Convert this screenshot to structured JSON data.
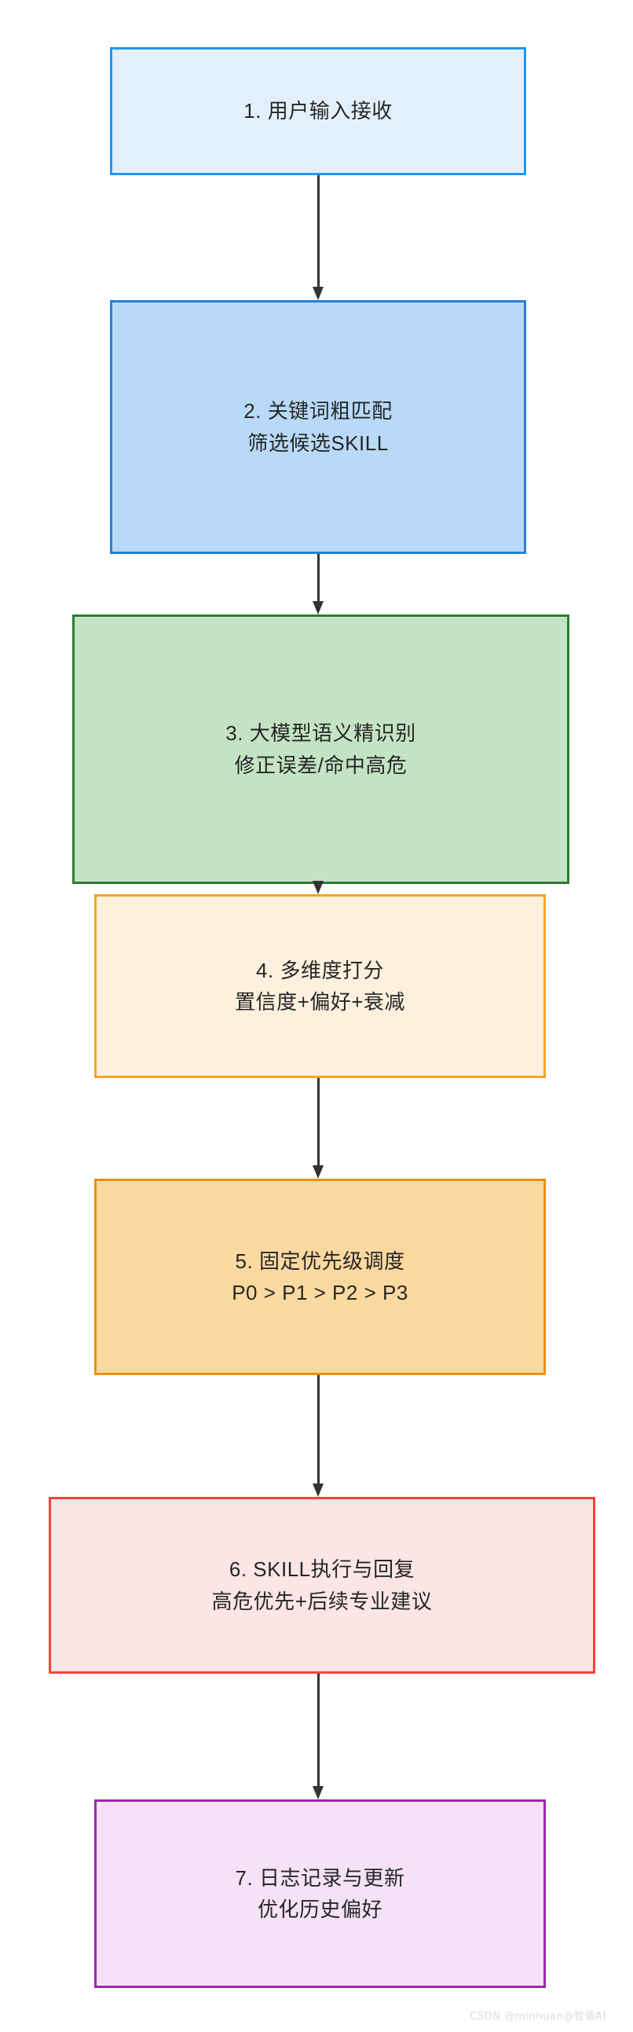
{
  "diagram": {
    "type": "flowchart",
    "orientation": "top-to-bottom",
    "title_text": "",
    "nodes": [
      {
        "id": "node-1",
        "step": "1",
        "line1": "1. 用户输入接收",
        "line2": "",
        "fill": "#e3f0fb",
        "border": "#2196f3"
      },
      {
        "id": "node-2",
        "step": "2",
        "line1": "2. 关键词粗匹配",
        "line2": "筛选候选SKILL",
        "fill": "#b8daf8",
        "border": "#2a7fd4"
      },
      {
        "id": "node-3",
        "step": "3",
        "line1": "3. 大模型语义精识别",
        "line2": "修正误差/命中高危",
        "fill": "#c4e3c4",
        "border": "#2e7d32"
      },
      {
        "id": "node-4",
        "step": "4",
        "line1": "4. 多维度打分",
        "line2": "置信度+偏好+衰减",
        "fill": "#fdf0dd",
        "border": "#f5a623"
      },
      {
        "id": "node-5",
        "step": "5",
        "line1": "5. 固定优先级调度",
        "line2": "P0 > P1 > P2 > P3",
        "fill": "#fcd9a0",
        "border": "#e8910f"
      },
      {
        "id": "node-6",
        "step": "6",
        "line1": "6. SKILL执行与回复",
        "line2": "高危优先+后续专业建议",
        "fill": "#fce5e5",
        "border": "#f4433a"
      },
      {
        "id": "node-7",
        "step": "7",
        "line1": "7. 日志记录与更新",
        "line2": "优化历史偏好",
        "fill": "#f5e2f7",
        "border": "#9c27b0"
      }
    ],
    "edges": [
      {
        "from": "node-1",
        "to": "node-2",
        "label": ""
      },
      {
        "from": "node-2",
        "to": "node-3",
        "label": ""
      },
      {
        "from": "node-3",
        "to": "node-4",
        "label": ""
      },
      {
        "from": "node-4",
        "to": "node-5",
        "label": ""
      },
      {
        "from": "node-5",
        "to": "node-6",
        "label": ""
      },
      {
        "from": "node-6",
        "to": "node-7",
        "label": ""
      }
    ],
    "arrow_color": "#333333",
    "background": "#ffffff"
  },
  "watermark": {
    "text": "CSDN @minhuan@智循AI",
    "color": "#dcdcdc"
  }
}
